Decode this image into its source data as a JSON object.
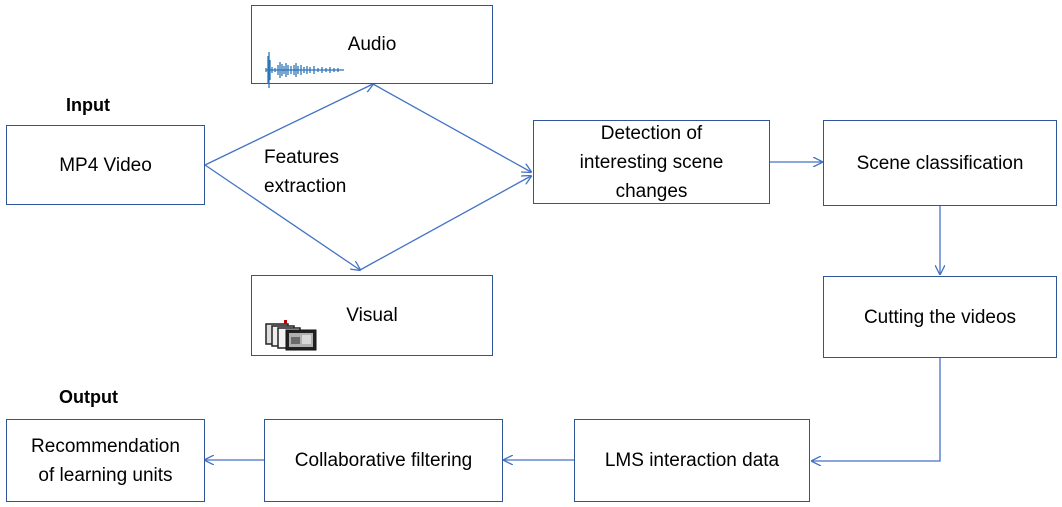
{
  "headings": {
    "input": "Input",
    "output": "Output"
  },
  "boxes": {
    "mp4_video": "MP4 Video",
    "audio": "Audio",
    "visual": "Visual",
    "detection": "Detection of\ninteresting scene\nchanges",
    "scene_classification": "Scene classification",
    "cutting_videos": "Cutting the videos",
    "lms_interaction": "LMS interaction data",
    "collaborative_filtering": "Collaborative filtering",
    "recommendation": "Recommendation\nof learning units"
  },
  "labels": {
    "features_extraction": "Features\nextraction"
  },
  "icons": {
    "audio": "audio-waveform-icon",
    "visual": "video-frames-icon"
  },
  "colors": {
    "line": "#4472c4",
    "border": "#2f5597",
    "waveform": "#2e75b6"
  }
}
